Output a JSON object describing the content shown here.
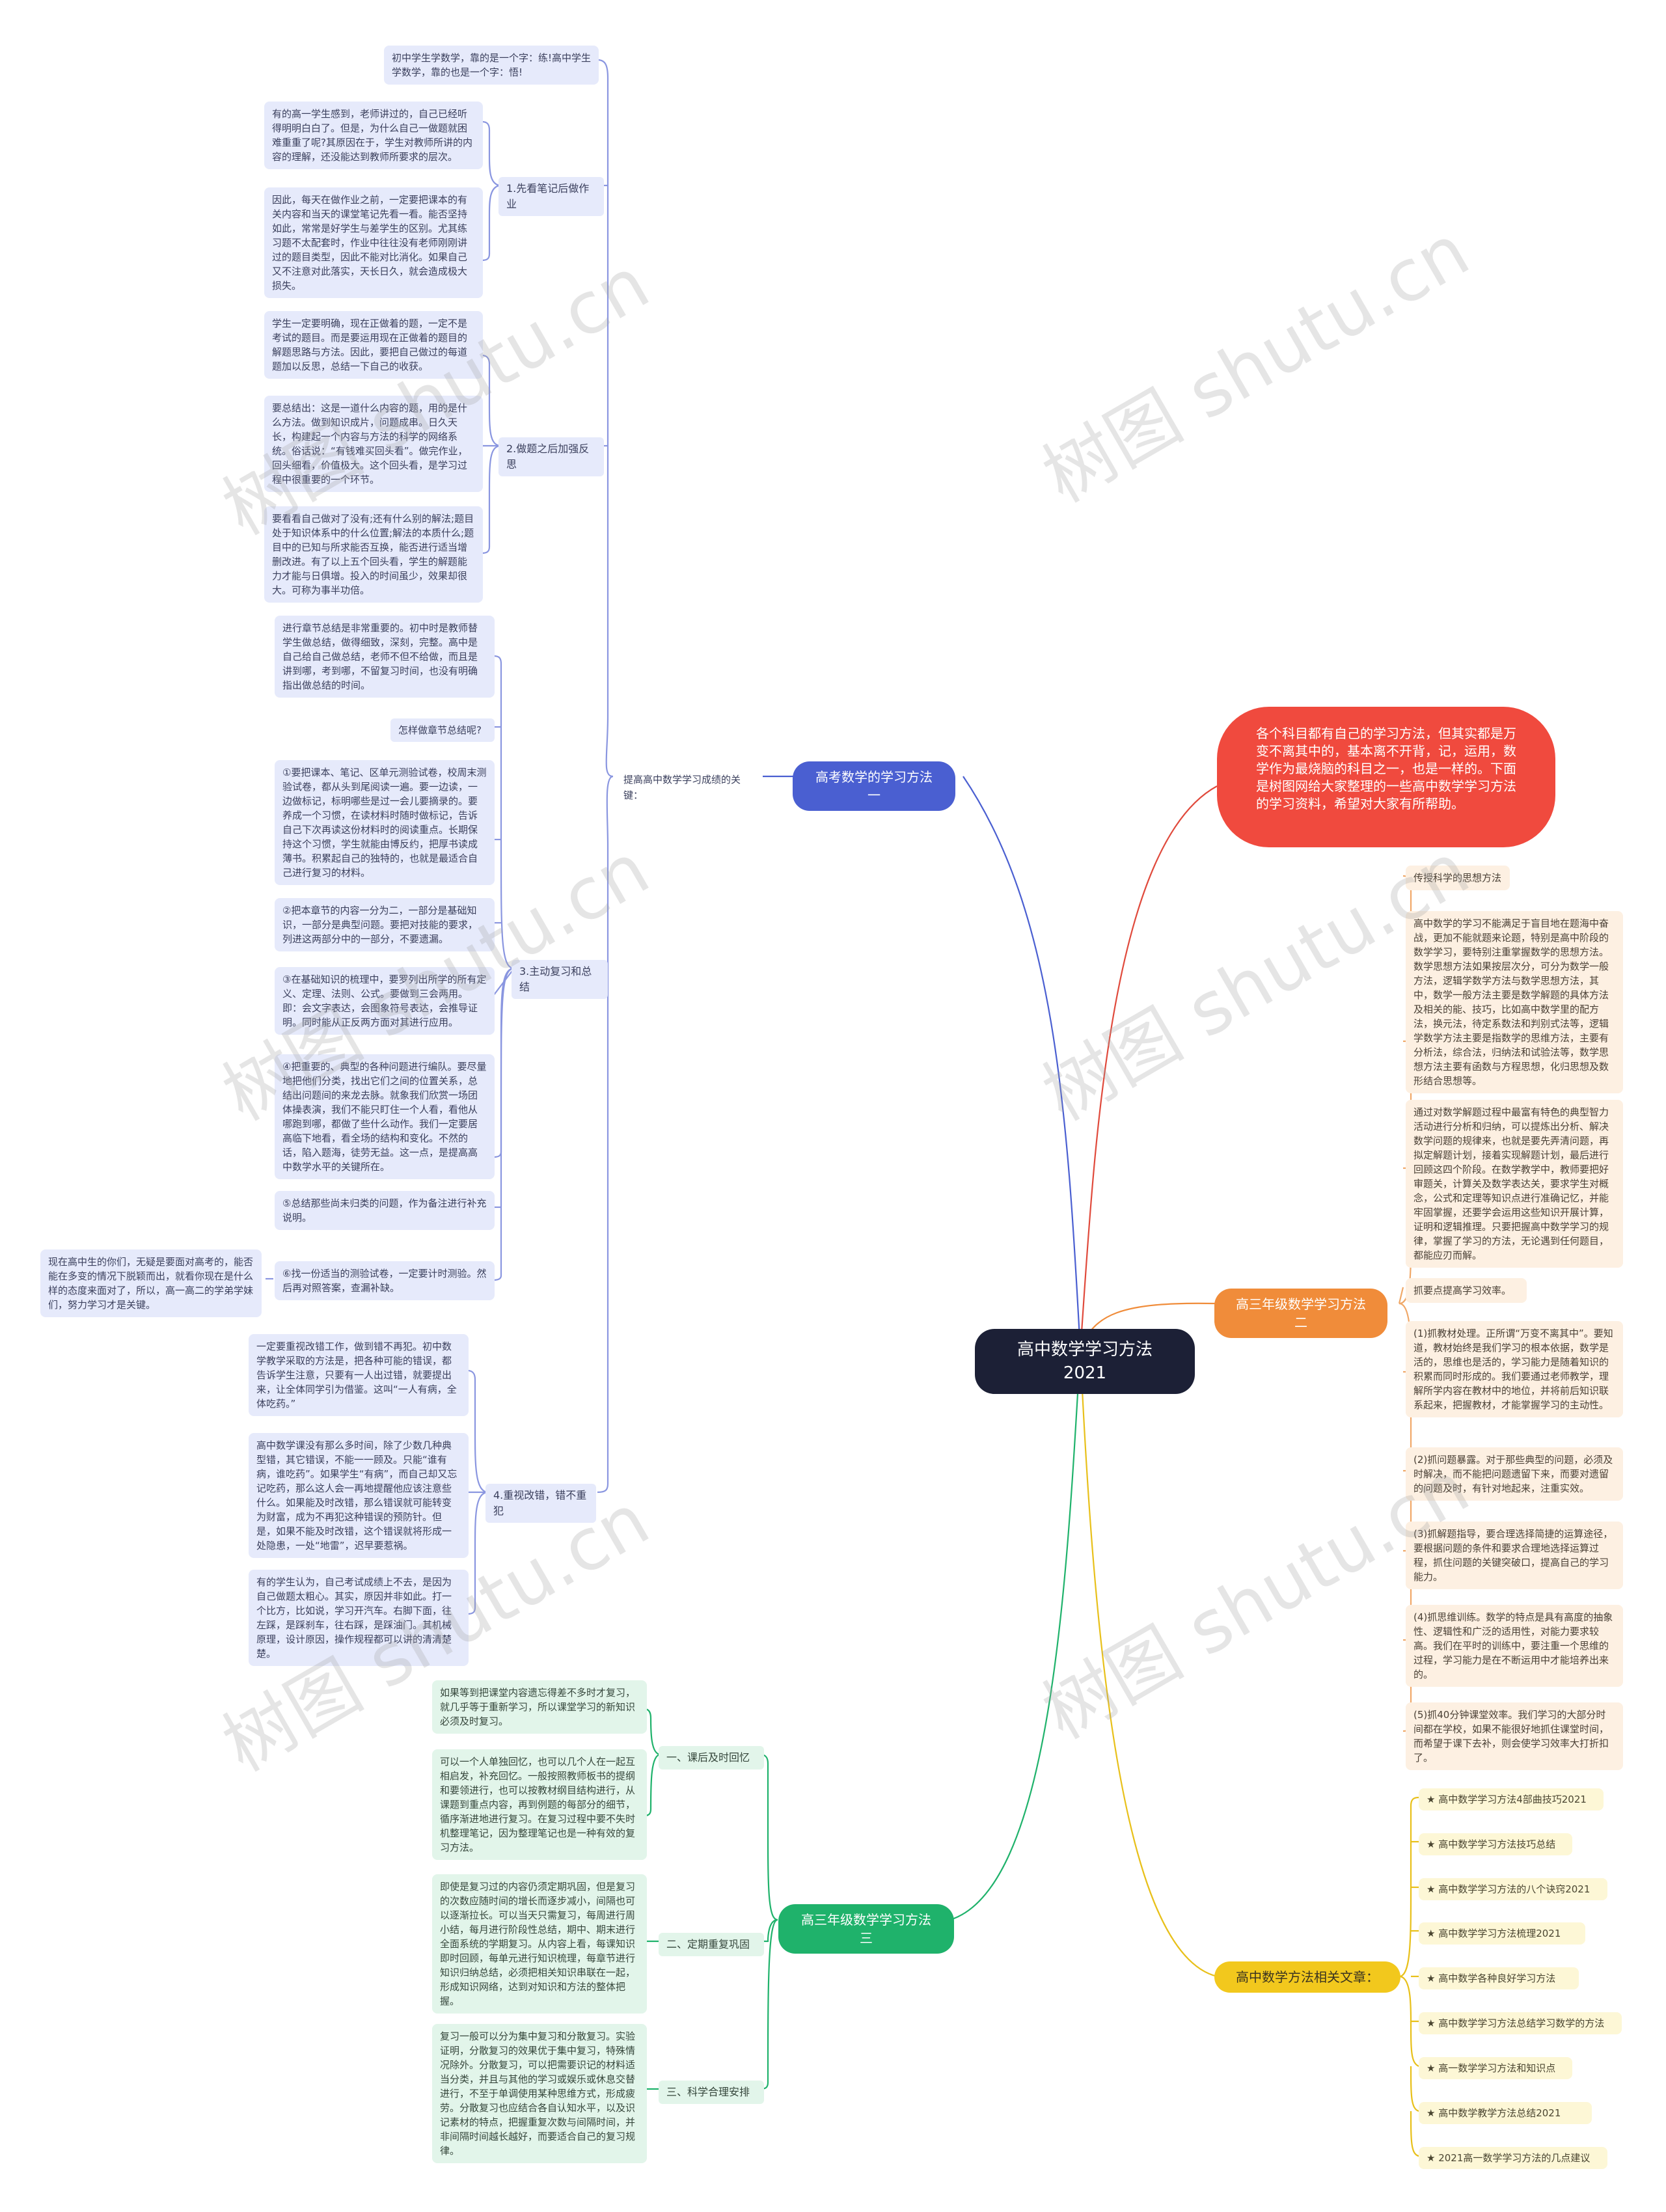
{
  "root": "高中数学学习方法2021",
  "intro": "各个科目都有自己的学习方法，但其实都是万变不离其中的，基本离不开背，记，运用，数学作为最烧脑的科目之一，也是一样的。下面是树图网给大家整理的一些高中数学学习方法的学习资料，希望对大家有所帮助。",
  "branch1": {
    "label": "高考数学的学习方法一",
    "sub_label": "提高高中数学学习成绩的关键：",
    "top_note": "初中学生学数学，靠的是一个字：练!高中学生学数学，靠的也是一个字：悟!",
    "s1": {
      "label": "1.先看笔记后做作业",
      "t1": "有的高一学生感到，老师讲过的，自己已经听得明明白白了。但是，为什么自己一做题就困难重重了呢?其原因在于，学生对教师所讲的内容的理解，还没能达到教师所要求的层次。",
      "t2": "因此，每天在做作业之前，一定要把课本的有关内容和当天的课堂笔记先看一看。能否坚持如此，常常是好学生与差学生的区别。尤其练习题不太配套时，作业中往往没有老师刚刚讲过的题目类型，因此不能对比消化。如果自己又不注意对此落实，天长日久，就会造成极大损失。"
    },
    "s2": {
      "label": "2.做题之后加强反思",
      "t1": "学生一定要明确，现在正做着的题，一定不是考试的题目。而是要运用现在正做着的题目的解题思路与方法。因此，要把自己做过的每道题加以反思，总结一下自己的收获。",
      "t2": "要总结出：这是一道什么内容的题，用的是什么方法。做到知识成片，问题成串。日久天长，构建起一个内容与方法的科学的网络系统。俗话说：“有钱难买回头看”。做完作业，回头细看，价值极大。这个回头看，是学习过程中很重要的一个环节。",
      "t3": "要看看自己做对了没有;还有什么别的解法;题目处于知识体系中的什么位置;解法的本质什么;题目中的已知与所求能否互换，能否进行适当增删改进。有了以上五个回头看，学生的解题能力才能与日俱增。投入的时间虽少，效果却很大。可称为事半功倍。"
    },
    "s3": {
      "label": "3.主动复习和总结",
      "t1": "进行章节总结是非常重要的。初中时是教师替学生做总结，做得细致，深刻，完整。高中是自己给自己做总结，老师不但不给做，而且是讲到哪，考到哪，不留复习时间，也没有明确指出做总结的时间。",
      "t2": "怎样做章节总结呢?",
      "t3": "①要把课本、笔记、区单元测验试卷，校周末测验试卷，都从头到尾阅读一遍。要一边读，一边做标记，标明哪些是过一会儿要摘录的。要养成一个习惯，在读材料时随时做标记，告诉自己下次再读这份材料时的阅读重点。长期保持这个习惯，学生就能由博反约，把厚书读成薄书。积累起自己的独特的，也就是最适合自己进行复习的材料。",
      "t4": "②把本章节的内容一分为二，一部分是基础知识，一部分是典型问题。要把对技能的要求，列进这两部分中的一部分，不要遗漏。",
      "t5": "③在基础知识的梳理中，要罗列出所学的所有定义、定理、法则、公式。要做到三会两用。即：会文字表达，会图象符号表达，会推导证明。同时能从正反两方面对其进行应用。",
      "t6": "④把重要的、典型的各种问题进行编队。要尽量地把他们分类，找出它们之间的位置关系，总结出问题间的来龙去脉。就象我们欣赏一场团体操表演，我们不能只盯住一个人看，看他从哪跑到哪，都做了些什么动作。我们一定要居高临下地看，看全场的结构和变化。不然的话，陷入题海，徒劳无益。这一点，是提高高中数学水平的关键所在。",
      "t7": "⑤总结那些尚未归类的问题，作为备注进行补充说明。",
      "t8": "⑥找一份适当的测验试卷，一定要计时测验。然后再对照答案，查漏补缺。",
      "side": "现在高中生的你们，无疑是要面对高考的，能否能在多变的情况下脱颖而出，就看你现在是什么样的态度来面对了，所以，高一高二的学弟学妹们，努力学习才是关键。"
    },
    "s4": {
      "label": "4.重视改错，错不重犯",
      "t1": "一定要重视改错工作，做到错不再犯。初中数学教学采取的方法是，把各种可能的错误，都告诉学生注意，只要有一人出过错，就要提出来，让全体同学引为借鉴。这叫“一人有病，全体吃药。”",
      "t2": "高中数学课没有那么多时间，除了少数几种典型错，其它错误，不能一一顾及。只能“谁有病，谁吃药”。如果学生“有病”，而自己却又忘记吃药，那么这人会一再地提醒他应该注意些什么。如果能及时改错，那么错误就可能转变为财富，成为不再犯这种错误的预防针。但是，如果不能及时改错，这个错误就将形成一处隐患，一处“地雷”，迟早要惹祸。",
      "t3": "有的学生认为，自己考试成绩上不去，是因为自己做题太粗心。其实，原因并非如此。打一个比方，比如说，学习开汽车。右脚下面，往左踩，是踩刹车，往右踩，是踩油门。其机械原理，设计原因，操作规程都可以讲的清清楚楚。"
    }
  },
  "branch2": {
    "label": "高三年级数学学习方法二",
    "n1": "传授科学的思想方法",
    "n2": "高中数学的学习不能满足于盲目地在题海中奋战，更加不能就题来论题，特别是高中阶段的数学学习，要特别注重掌握数学的思想方法。数学思想方法如果按层次分，可分为数学一般方法，逻辑学数学方法与数学思想方法，其中，数学一般方法主要是数学解题的具体方法及相关的能、技巧，比如高中数学里的配方法，换元法，待定系数法和判别式法等，逻辑学数学方法主要是指数学的思维方法，主要有分析法，综合法，归纳法和试验法等，数学思想方法主要有函数与方程思想，化归思想及数形结合思想等。",
    "n3": "通过对数学解题过程中最富有特色的典型智力活动进行分析和归纳，可以提炼出分析、解决数学问题的规律来，也就是要先弄清问题，再拟定解题计划，接着实现解题计划，最后进行回顾这四个阶段。在数学教学中，教师要把好审题关，计算关及数学表达关，要求学生对概念，公式和定理等知识点进行准确记忆，并能牢固掌握，还要学会运用这些知识开展计算，证明和逻辑推理。只要把握高中数学学习的规律，掌握了学习的方法，无论遇到任何题目，都能应刃而解。",
    "n4": "抓要点提高学习效率。",
    "n5": "(1)抓教材处理。正所谓“万变不离其中”。要知道，教材始终是我们学习的根本依据，数学是活的，思维也是活的，学习能力是随着知识的积累而同时形成的。我们要通过老师教学，理解所学内容在教材中的地位，并将前后知识联系起来，把握教材，才能掌握学习的主动性。",
    "n6": "(2)抓问题暴露。对于那些典型的问题，必须及时解决，而不能把问题遗留下来，而要对遗留的问题及时，有针对地起来，注重实效。",
    "n7": "(3)抓解题指导，要合理选择简捷的运算途径，要根据问题的条件和要求合理地选择运算过程，抓住问题的关键突破口，提高自己的学习能力。",
    "n8": "(4)抓思维训练。数学的特点是具有高度的抽象性、逻辑性和广泛的适用性，对能力要求较高。我们在平时的训练中，要注重一个思维的过程，学习能力是在不断运用中才能培养出来的。",
    "n9": "(5)抓40分钟课堂效率。我们学习的大部分时间都在学校，如果不能很好地抓住课堂时间，而希望于课下去补，则会使学习效率大打折扣了。"
  },
  "branch3": {
    "label": "高三年级数学学习方法三",
    "s1": {
      "label": "一、课后及时回忆",
      "t1": "如果等到把课堂内容遗忘得差不多时才复习，就几乎等于重新学习，所以课堂学习的新知识必须及时复习。",
      "t2": "可以一个人单独回忆，也可以几个人在一起互相启发，补充回忆。一般按照教师板书的提纲和要领进行，也可以按教材纲目结构进行，从课题到重点内容，再到例题的每部分的细节，循序渐进地进行复习。在复习过程中要不失时机整理笔记，因为整理笔记也是一种有效的复习方法。"
    },
    "s2": {
      "label": "二、定期重复巩固",
      "t1": "即使是复习过的内容仍须定期巩固，但是复习的次数应随时间的增长而逐步减小，间隔也可以逐渐拉长。可以当天只需复习，每周进行周小结，每月进行阶段性总结，期中、期末进行全面系统的学期复习。从内容上看，每课知识即时回顾，每单元进行知识梳理，每章节进行知识归纳总结，必须把相关知识串联在一起，形成知识网络，达到对知识和方法的整体把握。"
    },
    "s3": {
      "label": "三、科学合理安排",
      "t1": "复习一般可以分为集中复习和分散复习。实验证明，分散复习的效果优于集中复习，特殊情况除外。分散复习，可以把需要识记的材料适当分类，并且与其他的学习或娱乐或休息交替进行，不至于单调使用某种思维方式，形成疲劳。分散复习也应结合各自认知水平，以及识记素材的特点，把握重复次数与间隔时间，并非间隔时间越长越好，而要适合自己的复习规律。"
    }
  },
  "branch4": {
    "label": "高中数学方法相关文章：",
    "links": [
      "★ 高中数学学习方法4部曲技巧2021",
      "★ 高中数学学习方法技巧总结",
      "★ 高中数学学习方法的八个诀窍2021",
      "★ 高中数学学习方法梳理2021",
      "★ 高中数学各种良好学习方法",
      "★ 高中数学学习方法总结学习数学的方法",
      "★ 高一数学学习方法和知识点",
      "★ 高中数学教学方法总结2021",
      "★ 2021高一数学学习方法的几点建议"
    ]
  },
  "watermark": "树图 shutu.cn",
  "colors": {
    "blue": "#4a5fd1",
    "red": "#f04a3e",
    "orange": "#f08c3a",
    "yellow": "#f2c81d",
    "green": "#1fb26b",
    "root": "#1c2036"
  }
}
